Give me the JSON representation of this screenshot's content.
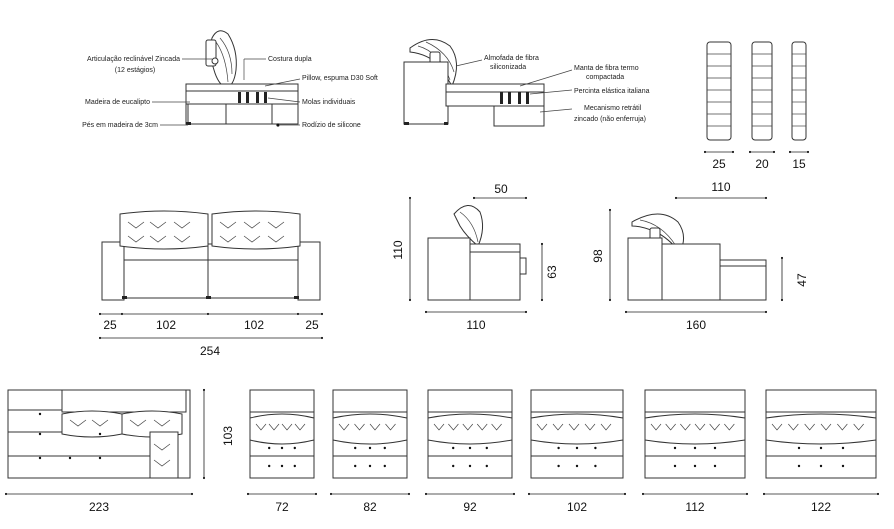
{
  "annotations": {
    "left": [
      "Articulação reclinável Zincada",
      "(12 estágios)",
      "Madeira de eucalipto",
      "Pés em madeira de 3cm"
    ],
    "center_right": [
      "Costura dupla",
      "Pillow, espuma D30 Soft",
      "Molas individuais",
      "Rodízio de silicone"
    ],
    "right_group": [
      "Almofada de fibra",
      "siliconizada",
      "Manta de fibra termo",
      "compactada",
      "Percinta elástica italiana",
      "Mecanismo retrátil",
      "zincado (não enferruja)"
    ]
  },
  "cushions": {
    "widths": [
      "25",
      "20",
      "15"
    ]
  },
  "front_view": {
    "segments": [
      "25",
      "102",
      "102",
      "25"
    ],
    "total": "254"
  },
  "side_view": {
    "height": "110",
    "depth": "110",
    "recline": "50",
    "seat_height": "63"
  },
  "extended_view": {
    "height": "98",
    "depth": "160",
    "top": "110",
    "seat": "47"
  },
  "top_view": {
    "width": "223",
    "depth": "103"
  },
  "modules": {
    "widths": [
      "72",
      "82",
      "92",
      "102",
      "112",
      "122"
    ]
  }
}
